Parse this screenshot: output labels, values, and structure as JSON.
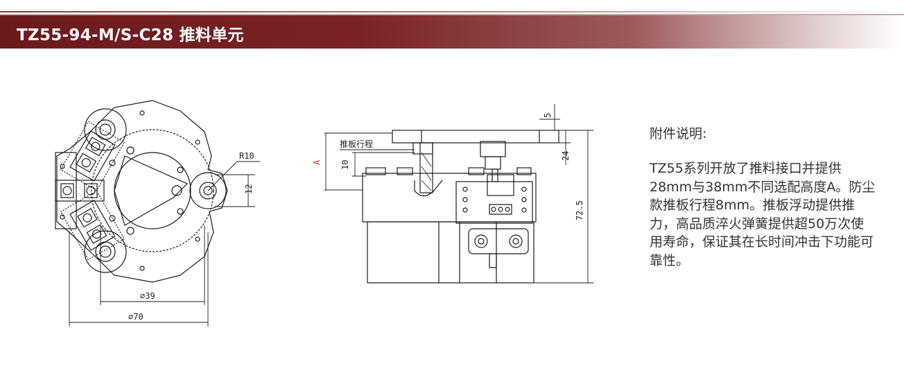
{
  "header": {
    "title": "TZ55-94-M/S-C28 推料单元"
  },
  "top_view": {
    "labels": {
      "radius": "R10",
      "dim_12": "12",
      "dia_39": "⌀39",
      "dia_70": "⌀70"
    }
  },
  "side_view": {
    "labels": {
      "stroke": "推板行程",
      "a": "A",
      "dim_10": "10",
      "dim_5": "5",
      "dim_24": "24",
      "dim_72_5": "72.5"
    }
  },
  "notes": {
    "heading": "附件说明:",
    "body": "TZ55系列开放了推料接口并提供28mm与38mm不同选配高度A。防尘款推板行程8mm。推板浮动提供推力，高品质淬火弹簧提供超50万次使用寿命，保证其在长时间冲击下功能可靠性。"
  },
  "colors": {
    "header_dark": "#6b1a1c",
    "line": "#1a1a1a",
    "accent_red": "#c0392b"
  }
}
